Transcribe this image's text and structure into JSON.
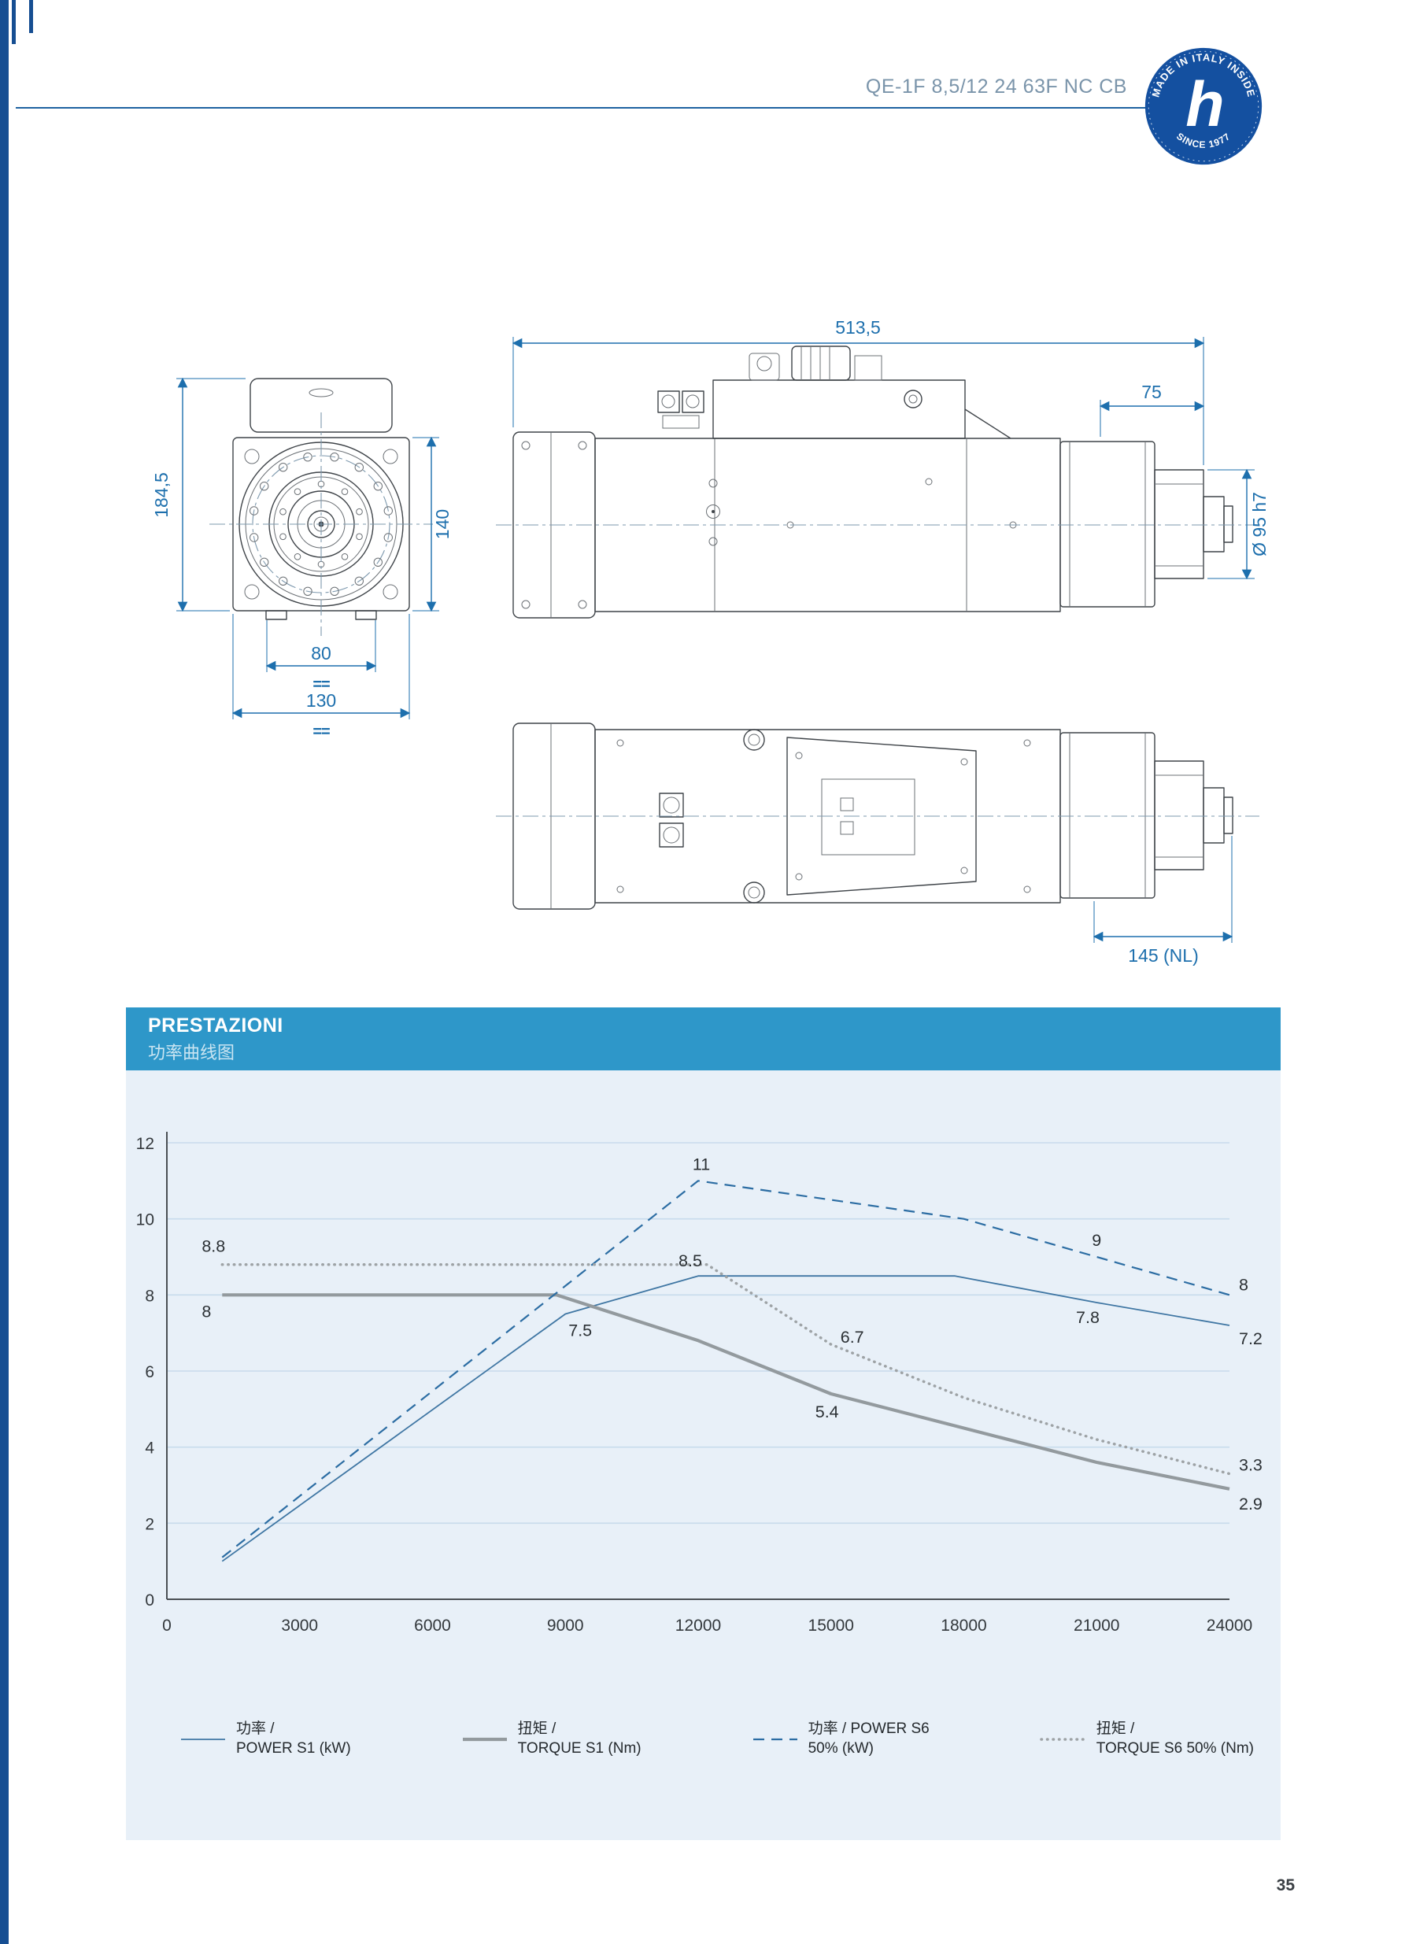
{
  "page": {
    "number": "35"
  },
  "colors": {
    "accent_blue": "#1D6FAD",
    "band_blue": "#2E97C9",
    "panel_bg": "#E8F0F8",
    "logo_blue": "#1450A0",
    "title_color": "#7A94AA"
  },
  "header": {
    "title": "QE-1F 8,5/12 24 63F NC CB",
    "logo": {
      "top_text": "MADE IN ITALY INSIDE",
      "bottom_text": "SINCE 1977",
      "letter": "h"
    }
  },
  "drawings": {
    "front_view": {
      "dim_total_height": "184,5",
      "dim_body_height": "140",
      "dim_foot_spacing": "80",
      "dim_body_width": "130",
      "equals_mark": "=="
    },
    "side_view": {
      "dim_total_length": "513,5",
      "dim_rear_section": "75",
      "dim_shaft_diameter": "Ø 95 h7"
    },
    "bottom_view": {
      "dim_nose_length": "145 (NL)"
    }
  },
  "chart_panel": {
    "title": "PRESTAZIONI",
    "subtitle": "功率曲线图"
  },
  "chart_data": {
    "type": "line",
    "title": "PRESTAZIONI 功率曲线图",
    "xlabel": "",
    "ylabel": "",
    "xlim": [
      0,
      24000
    ],
    "ylim": [
      0,
      12
    ],
    "x_ticks": [
      0,
      3000,
      6000,
      9000,
      12000,
      15000,
      18000,
      21000,
      24000
    ],
    "y_ticks": [
      0,
      2,
      4,
      6,
      8,
      10,
      12
    ],
    "grid": "horizontal",
    "legend_position": "bottom",
    "series": [
      {
        "name": "POWER S1",
        "legend_line1": "功率 /",
        "legend_line2": "POWER S1 (kW)",
        "style": "solid",
        "color": "#3F76A3",
        "width": 1.8,
        "points": [
          [
            1250,
            1.0
          ],
          [
            9000,
            7.5
          ],
          [
            12000,
            8.5
          ],
          [
            17800,
            8.5
          ],
          [
            21000,
            7.8
          ],
          [
            24000,
            7.2
          ]
        ]
      },
      {
        "name": "TORQUE S1",
        "legend_line1": "扭矩 /",
        "legend_line2": "TORQUE S1 (Nm)",
        "style": "solid",
        "color": "#939A9E",
        "width": 4.2,
        "points": [
          [
            1250,
            8.0
          ],
          [
            8800,
            8.0
          ],
          [
            12000,
            6.8
          ],
          [
            15000,
            5.4
          ],
          [
            18000,
            4.5
          ],
          [
            21000,
            3.6
          ],
          [
            24000,
            2.9
          ]
        ]
      },
      {
        "name": "POWER S6 50%",
        "legend_line1": "功率 / POWER S6",
        "legend_line2": "50% (kW)",
        "style": "dashed",
        "color": "#2C6DA3",
        "width": 2.2,
        "points": [
          [
            1250,
            1.1
          ],
          [
            12000,
            11.0
          ],
          [
            18000,
            10.0
          ],
          [
            21000,
            9.0
          ],
          [
            24000,
            8.0
          ]
        ]
      },
      {
        "name": "TORQUE S6 50%",
        "legend_line1": "扭矩 /",
        "legend_line2": "TORQUE S6 50% (Nm)",
        "style": "dotted",
        "color": "#9EA3A6",
        "width": 3.5,
        "points": [
          [
            1250,
            8.8
          ],
          [
            12200,
            8.8
          ],
          [
            15000,
            6.7
          ],
          [
            18000,
            5.3
          ],
          [
            21000,
            4.2
          ],
          [
            24000,
            3.3
          ]
        ]
      }
    ],
    "annotations": [
      {
        "text": "11",
        "x": 12000,
        "y": 11.0,
        "dx": 4,
        "dy": -14,
        "anchor": "middle"
      },
      {
        "text": "8.8",
        "x": 1250,
        "y": 8.8,
        "dx": -26,
        "dy": -16,
        "anchor": "start"
      },
      {
        "text": "8",
        "x": 1250,
        "y": 8.0,
        "dx": -26,
        "dy": 28,
        "anchor": "start"
      },
      {
        "text": "8.5",
        "x": 12000,
        "y": 8.5,
        "dx": -10,
        "dy": -12,
        "anchor": "middle"
      },
      {
        "text": "7.5",
        "x": 9000,
        "y": 7.5,
        "dx": 4,
        "dy": 28,
        "anchor": "start"
      },
      {
        "text": "6.7",
        "x": 15000,
        "y": 6.7,
        "dx": 12,
        "dy": -2,
        "anchor": "start"
      },
      {
        "text": "5.4",
        "x": 15000,
        "y": 5.4,
        "dx": -20,
        "dy": 30,
        "anchor": "start"
      },
      {
        "text": "9",
        "x": 21000,
        "y": 9.0,
        "dx": 0,
        "dy": -14,
        "anchor": "middle"
      },
      {
        "text": "7.8",
        "x": 20800,
        "y": 7.8,
        "dx": 0,
        "dy": 26,
        "anchor": "middle"
      },
      {
        "text": "8",
        "x": 24000,
        "y": 8.0,
        "dx": 12,
        "dy": -6,
        "anchor": "start"
      },
      {
        "text": "7.2",
        "x": 24000,
        "y": 7.2,
        "dx": 12,
        "dy": 24,
        "anchor": "start"
      },
      {
        "text": "3.3",
        "x": 24000,
        "y": 3.3,
        "dx": 12,
        "dy": -4,
        "anchor": "start"
      },
      {
        "text": "2.9",
        "x": 24000,
        "y": 2.9,
        "dx": 12,
        "dy": 26,
        "anchor": "start"
      }
    ]
  }
}
